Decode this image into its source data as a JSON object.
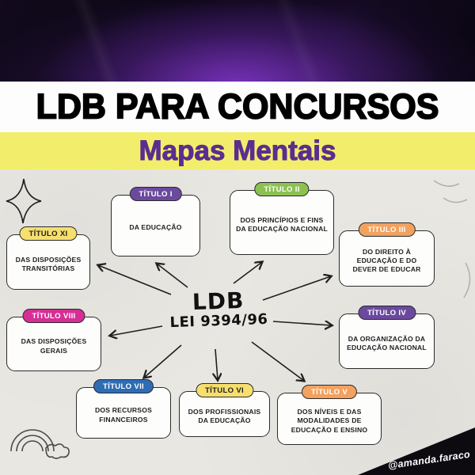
{
  "header": {
    "title": "LDB PARA CONCURSOS",
    "subtitle": "Mapas Mentais",
    "title_color": "#000000",
    "subtitle_color": "#5b2d8f",
    "banner_color": "#f2ee6c"
  },
  "center": {
    "line1": "LDB",
    "line2": "LEI 9394/96"
  },
  "nodes": [
    {
      "label": "TÍTULO I",
      "text": "DA EDUCAÇÃO",
      "color": "#6b4a9e",
      "text_color": "#ffffff"
    },
    {
      "label": "TÍTULO II",
      "text": "DOS PRINCÍPIOS E FINS DA EDUCAÇÃO NACIONAL",
      "color": "#8cc152",
      "text_color": "#ffffff"
    },
    {
      "label": "TÍTULO III",
      "text": "DO DIREITO À EDUCAÇÃO E DO DEVER DE EDUCAR",
      "color": "#f2a15f",
      "text_color": "#ffffff"
    },
    {
      "label": "TÍTULO IV",
      "text": "DA ORGANIZAÇÃO DA EDUCAÇÃO NACIONAL",
      "color": "#6b4a9e",
      "text_color": "#ffffff"
    },
    {
      "label": "TÍTULO V",
      "text": "DOS NÍVEIS E DAS MODALIDADES DE EDUCAÇÃO E ENSINO",
      "color": "#f2a15f",
      "text_color": "#ffffff"
    },
    {
      "label": "TÍTULO VI",
      "text": "DOS PROFISSIONAIS DA EDUCAÇÃO",
      "color": "#f6df6e",
      "text_color": "#222222"
    },
    {
      "label": "TÍTULO VII",
      "text": "DOS RECURSOS FINANCEIROS",
      "color": "#2e6db4",
      "text_color": "#ffffff"
    },
    {
      "label": "TÍTULO VIII",
      "text": "DAS DISPOSIÇÕES GERAIS",
      "color": "#d62e96",
      "text_color": "#ffffff"
    },
    {
      "label": "TÍTULO XI",
      "text": "DAS DISPOSIÇÕES TRANSITÓRIAS",
      "color": "#f6df6e",
      "text_color": "#222222"
    }
  ],
  "watermark": "@amanda.faraco"
}
